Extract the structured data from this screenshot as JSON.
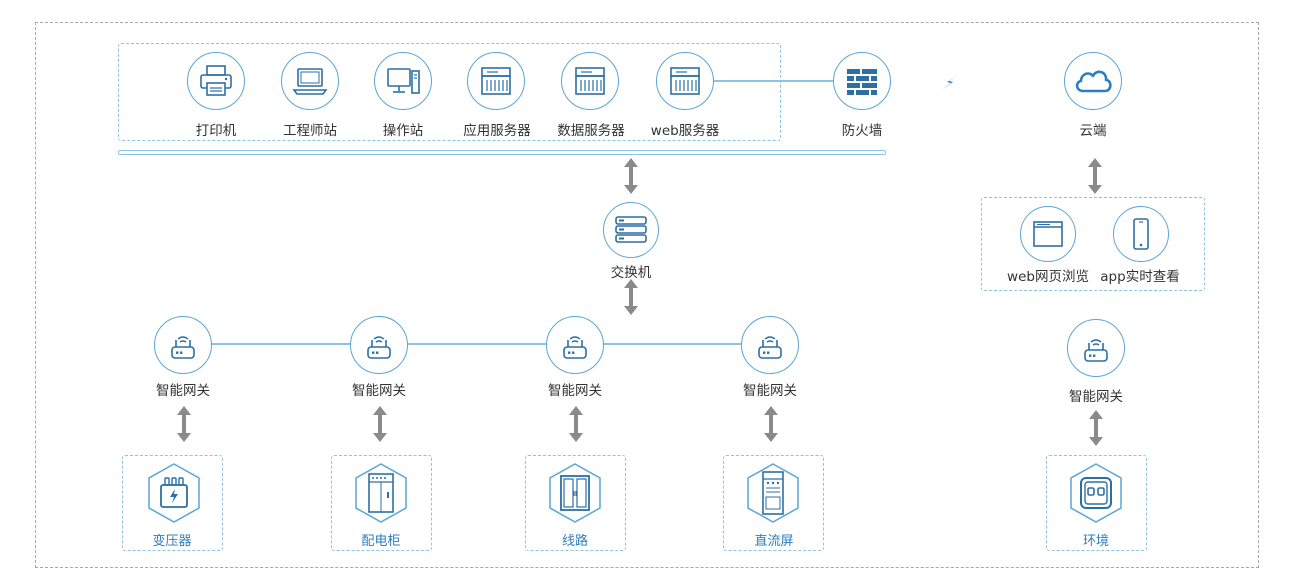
{
  "top_devices": [
    "打印机",
    "工程师站",
    "操作站",
    "应用服务器",
    "数据服务器",
    "web服务器"
  ],
  "firewall": "防火墙",
  "cloud": "云端",
  "switch": "交换机",
  "remote_clients": [
    "web网页浏览",
    "app实时查看"
  ],
  "gateways": [
    "智能网关",
    "智能网关",
    "智能网关",
    "智能网关"
  ],
  "gateway_right": "智能网关",
  "field_devices": [
    "变压器",
    "配电柜",
    "线路",
    "直流屏"
  ],
  "field_device_right": "环境",
  "colors": {
    "accent": "#5ba6d6",
    "dashed_border": "#8fc3e2",
    "arrow": "#8a8a8a",
    "label_blue": "#2d7fc0"
  }
}
